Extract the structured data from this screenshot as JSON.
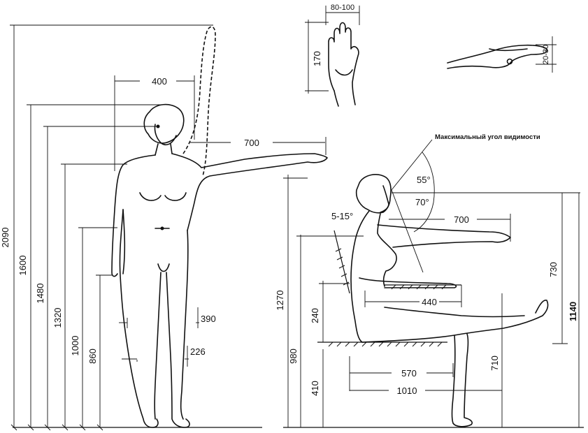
{
  "standing": {
    "heights": [
      "2090",
      "1600",
      "1480",
      "1320",
      "1000",
      "860"
    ],
    "head_reach": "400",
    "arm_reach": "700",
    "hip_width": "390",
    "knee_width": "226"
  },
  "hand": {
    "width": "80-100",
    "length": "170",
    "thickness": "20-30"
  },
  "seated": {
    "view_caption": "Максимальный угол видимости",
    "angle_up": "55°",
    "angle_down": "70°",
    "back_tilt": "5-15°",
    "arm_reach": "700",
    "eye_height": "1270",
    "shoulder_height": "980",
    "seat_to_elbow": "240",
    "seat_height": "410",
    "forearm_length": "440",
    "seat_depth": "570",
    "leg_reach": "1010",
    "eye_above_seat": "730",
    "leg_height": "710",
    "total_height": "1140"
  }
}
